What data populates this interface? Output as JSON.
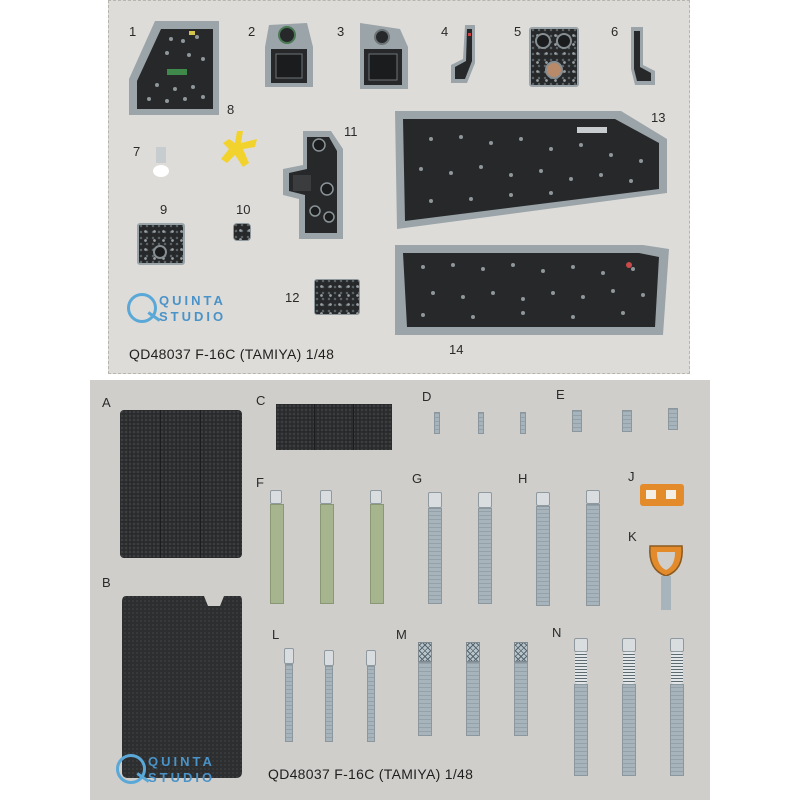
{
  "sheet1": {
    "part_labels": [
      "1",
      "2",
      "3",
      "4",
      "5",
      "6",
      "7",
      "8",
      "9",
      "10",
      "11",
      "12",
      "13",
      "14"
    ],
    "caption": "QD48037 F-16C (TAMIYA) 1/48",
    "logo": {
      "line1": "QUINTA",
      "line2": "STUDIO"
    }
  },
  "sheet2": {
    "part_labels": [
      "A",
      "B",
      "C",
      "D",
      "E",
      "F",
      "G",
      "H",
      "J",
      "K",
      "L",
      "M",
      "N"
    ],
    "caption": "QD48037 F-16C (TAMIYA) 1/48",
    "logo": {
      "line1": "QUINTA",
      "line2": "STUDIO"
    }
  },
  "colors": {
    "sheet1_bg": "#dedcd8",
    "sheet2_bg": "#cfcecb",
    "panel_dark": "#26282a",
    "bezel_gray": "#9aa4a9",
    "belt_blue_gray": "#a7b4bb",
    "belt_green": "#a7b58f",
    "foam_black": "#2d2e2f",
    "handle_yellow": "#f2d22c",
    "handle_orange": "#e38a2a",
    "logo_blue": "#4a93c8"
  }
}
